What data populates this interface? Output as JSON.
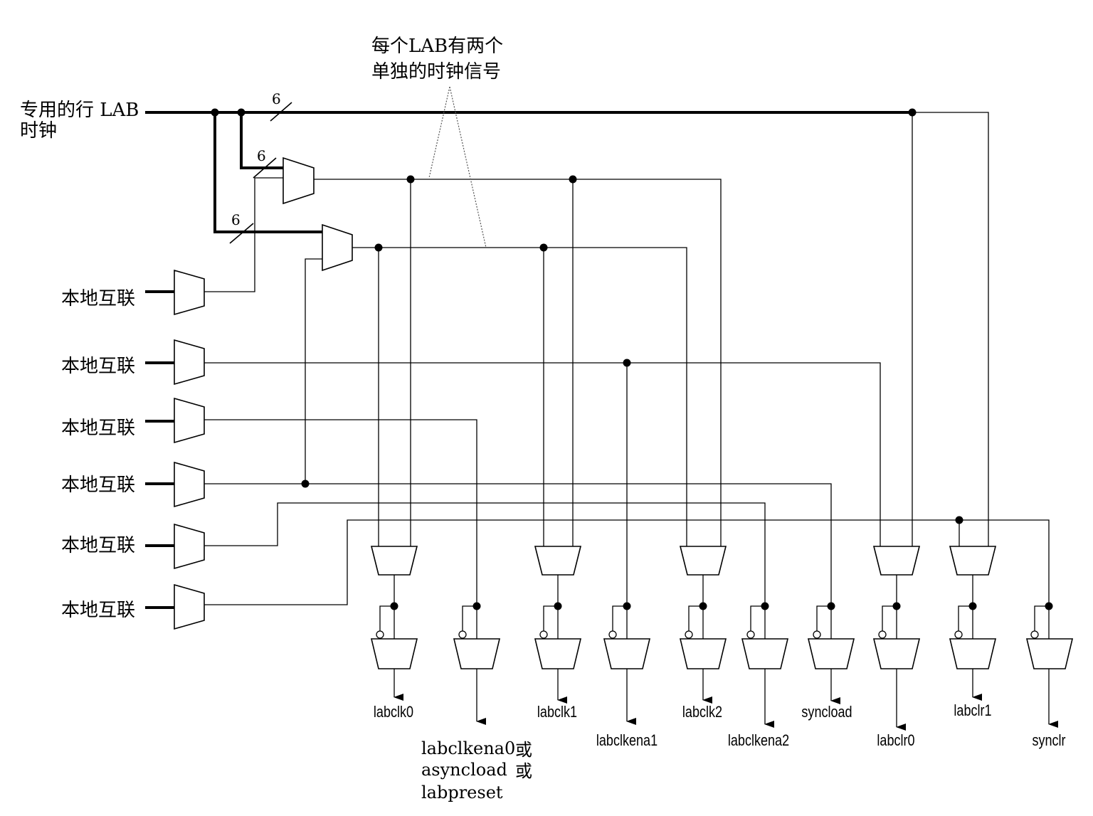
{
  "annotation": {
    "line1": "每个LAB有两个",
    "line2": "单独的时钟信号"
  },
  "clock_input": {
    "line1": "专用的行 LAB",
    "line2": "时钟"
  },
  "bus_width_labels": [
    "6",
    "6",
    "6"
  ],
  "local_inputs": [
    "本地互联",
    "本地互联",
    "本地互联",
    "本地互联",
    "本地互联",
    "本地互联"
  ],
  "outputs": [
    "labclk0",
    "labclkena1",
    "labclk1",
    "labclk2",
    "labclkena2",
    "syncload",
    "labclr0",
    "labclr1",
    "synclr"
  ],
  "multi_output": {
    "line1": "labclkena0",
    "line2": "asyncload",
    "line3": "labpreset",
    "or1": "或",
    "or2": "或"
  }
}
